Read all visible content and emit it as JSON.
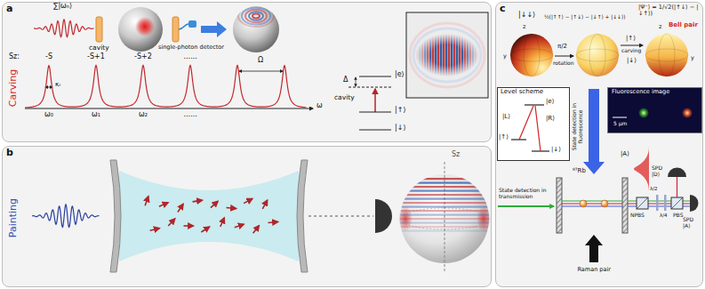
{
  "diagram": {
    "nodes": [
      {
        "text": [
          "a",
          "Carving"
        ]
      },
      {
        "text": [
          "b",
          "Painting"
        ]
      },
      {
        "text": [
          "c"
        ]
      },
      {
        "text": [
          "Level scheme"
        ],
        "in": 2
      },
      {
        "text": [
          "Fluorescence image",
          "5 μm"
        ],
        "in": 2
      }
    ],
    "labels": [
      "∑|ωₙ⟩",
      "cavity",
      "single-photon detector",
      "Sz:",
      "-S",
      "-S+1",
      "-S+2",
      "......",
      "κᵣ",
      "Ω",
      "ω₀",
      "ω₁",
      "ω₂",
      "......",
      "ω",
      "Δ",
      "|e⟩",
      "cavity",
      "|↑⟩",
      "|↓⟩",
      "Sz",
      "|↓↓⟩",
      "½(|↑↑⟩ − |↑↓⟩ − |↓↑⟩ + |↓↓⟩)",
      "|Ψ⁻⟩ = 1/√2(|↑↓⟩ − |↓↑⟩)",
      "Bell pair",
      "z",
      "y",
      "z",
      "y",
      "π/2",
      "rotation",
      "|↑⟩",
      "carving",
      "|↓⟩",
      "|L⟩",
      "|R⟩",
      "|e⟩",
      "|↑⟩",
      "|↓⟩",
      "State detection in fluorescence",
      "|A⟩",
      "State detection in transmission",
      "⁸⁷Rb",
      "Raman pair",
      "NPBS",
      "λ/2",
      "λ/4",
      "PBS",
      "SPD |D⟩",
      "SPD |A⟩"
    ]
  }
}
